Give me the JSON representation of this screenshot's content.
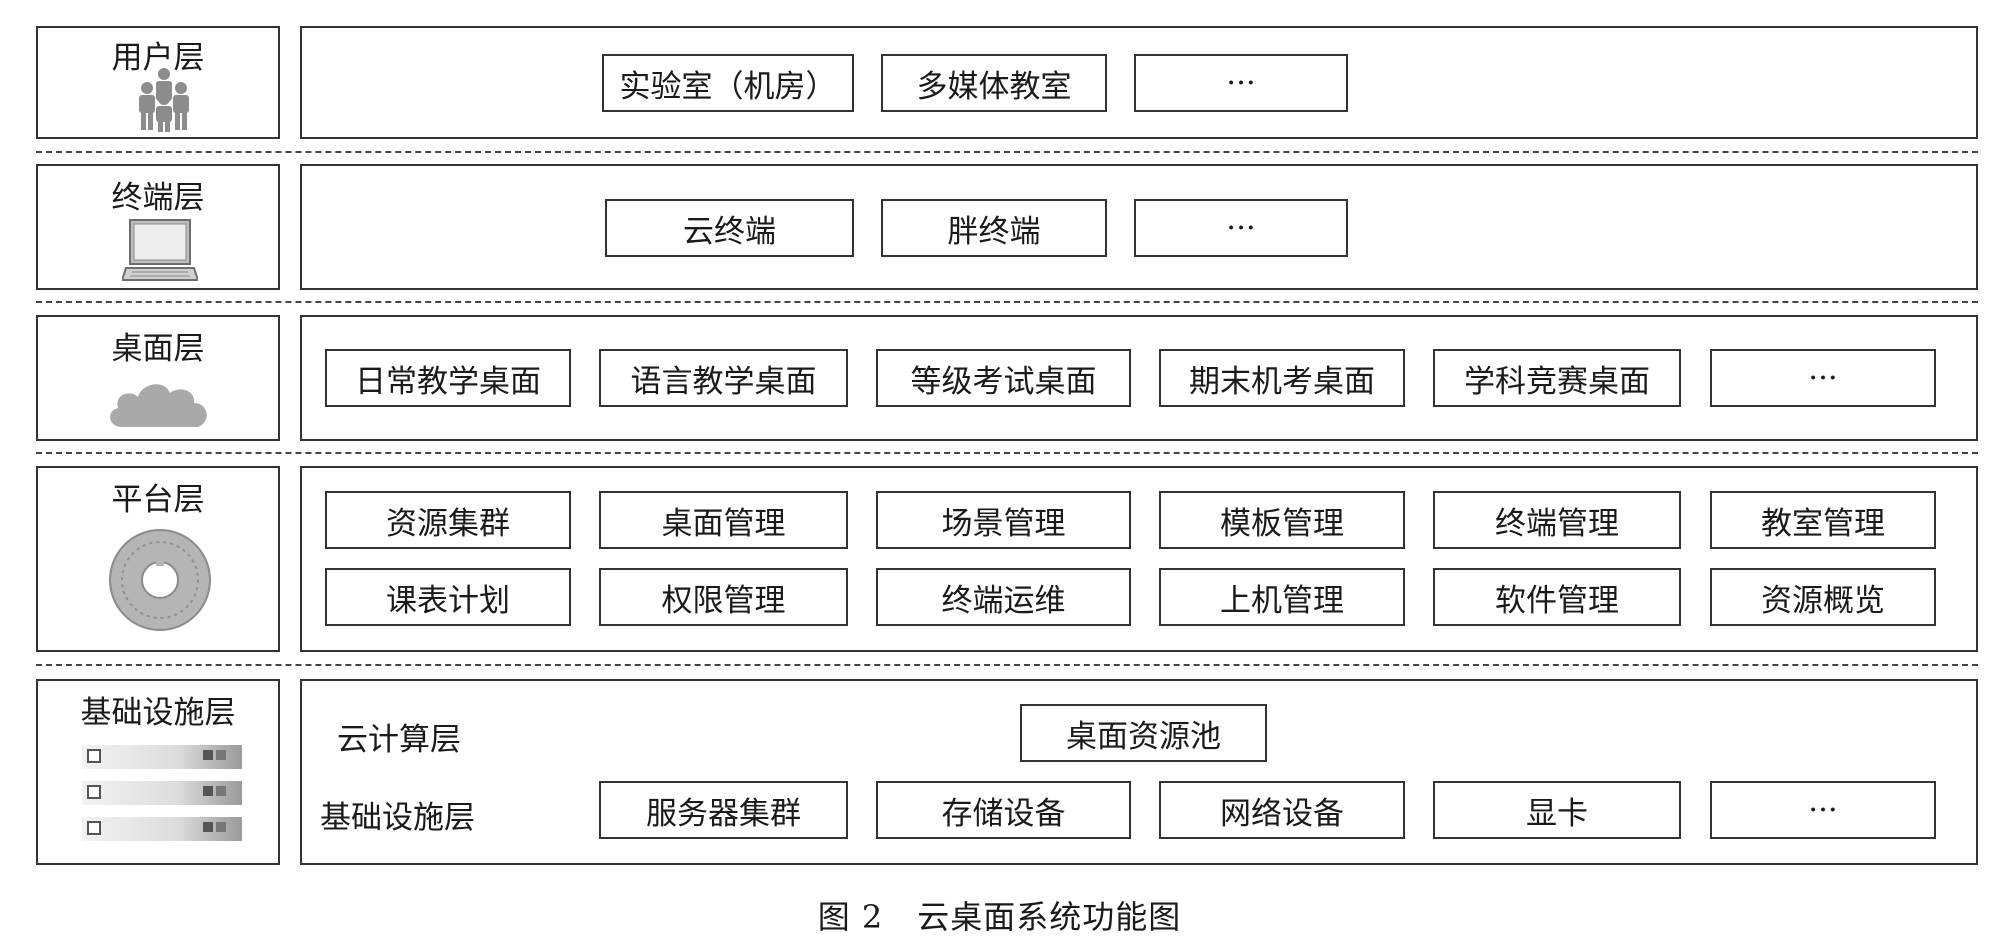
{
  "layers": [
    {
      "title": "用户层",
      "icon": "users-icon",
      "items": [
        "实验室（机房）",
        "多媒体教室",
        "···"
      ]
    },
    {
      "title": "终端层",
      "icon": "computer-terminal-icon",
      "items": [
        "云终端",
        "胖终端",
        "···"
      ]
    },
    {
      "title": "桌面层",
      "icon": "cloud-icon",
      "items": [
        "日常教学桌面",
        "语言教学桌面",
        "等级考试桌面",
        "期末机考桌面",
        "学科竞赛桌面",
        "···"
      ]
    },
    {
      "title": "平台层",
      "icon": "gear-disc-icon",
      "row1": [
        "资源集群",
        "桌面管理",
        "场景管理",
        "模板管理",
        "终端管理",
        "教室管理"
      ],
      "row2": [
        "课表计划",
        "权限管理",
        "终端运维",
        "上机管理",
        "软件管理",
        "资源概览"
      ]
    },
    {
      "title": "基础设施层",
      "icon": "server-rack-icon",
      "cloud_label": "云计算层",
      "cloud_items": [
        "桌面资源池"
      ],
      "infra_label": "基础设施层",
      "infra_items": [
        "服务器集群",
        "存储设备",
        "网络设备",
        "显卡",
        "···"
      ]
    }
  ],
  "caption": {
    "number": "图 2",
    "text": "云桌面系统功能图"
  }
}
